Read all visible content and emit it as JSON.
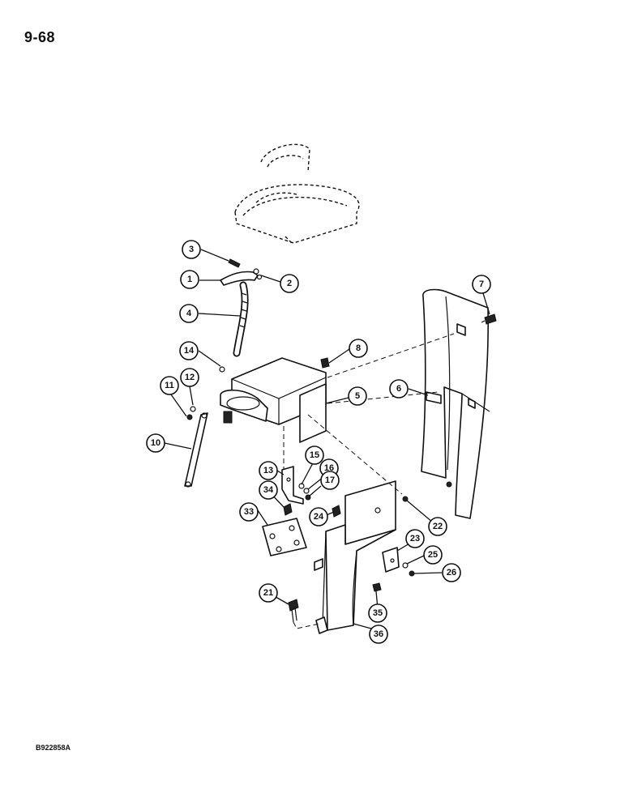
{
  "page_number": "9-68",
  "figure_code": "B922858A",
  "callouts": [
    {
      "label": "1"
    },
    {
      "label": "2"
    },
    {
      "label": "3"
    },
    {
      "label": "4"
    },
    {
      "label": "5"
    },
    {
      "label": "6"
    },
    {
      "label": "7"
    },
    {
      "label": "8"
    },
    {
      "label": "10"
    },
    {
      "label": "11"
    },
    {
      "label": "12"
    },
    {
      "label": "13"
    },
    {
      "label": "14"
    },
    {
      "label": "15"
    },
    {
      "label": "16"
    },
    {
      "label": "17"
    },
    {
      "label": "21"
    },
    {
      "label": "22"
    },
    {
      "label": "23"
    },
    {
      "label": "24"
    },
    {
      "label": "25"
    },
    {
      "label": "26"
    },
    {
      "label": "33"
    },
    {
      "label": "34"
    },
    {
      "label": "35"
    },
    {
      "label": "36"
    }
  ]
}
